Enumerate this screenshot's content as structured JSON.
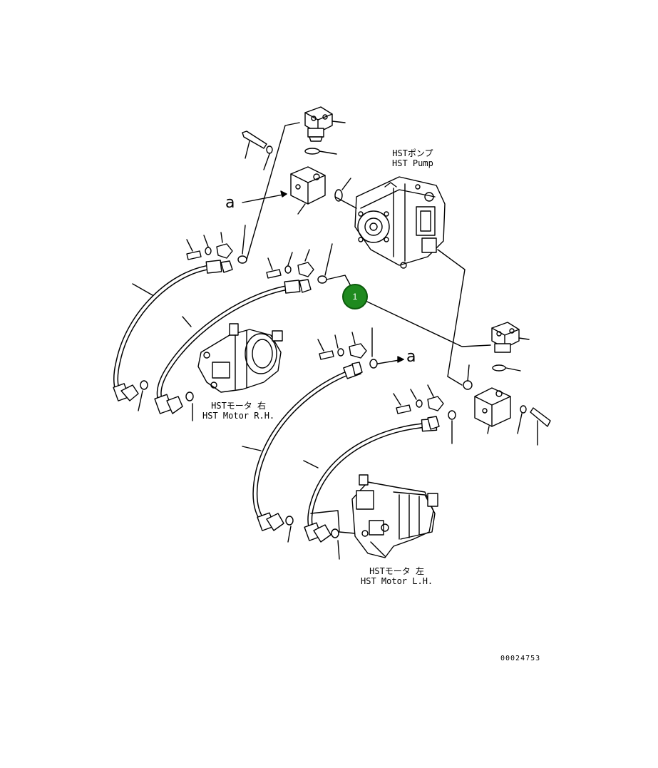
{
  "labels": {
    "pump_jp": "HSTポンプ",
    "pump_en": "HST Pump",
    "motor_rh_jp": "HSTモータ 右",
    "motor_rh_en": "HST Motor R.H.",
    "motor_lh_jp": "HSTモータ 左",
    "motor_lh_en": "HST Motor L.H.",
    "view_ref_a": "a"
  },
  "callouts": [
    {
      "number": "1",
      "color": "#1f8a1f"
    }
  ],
  "document_number": "00024753"
}
